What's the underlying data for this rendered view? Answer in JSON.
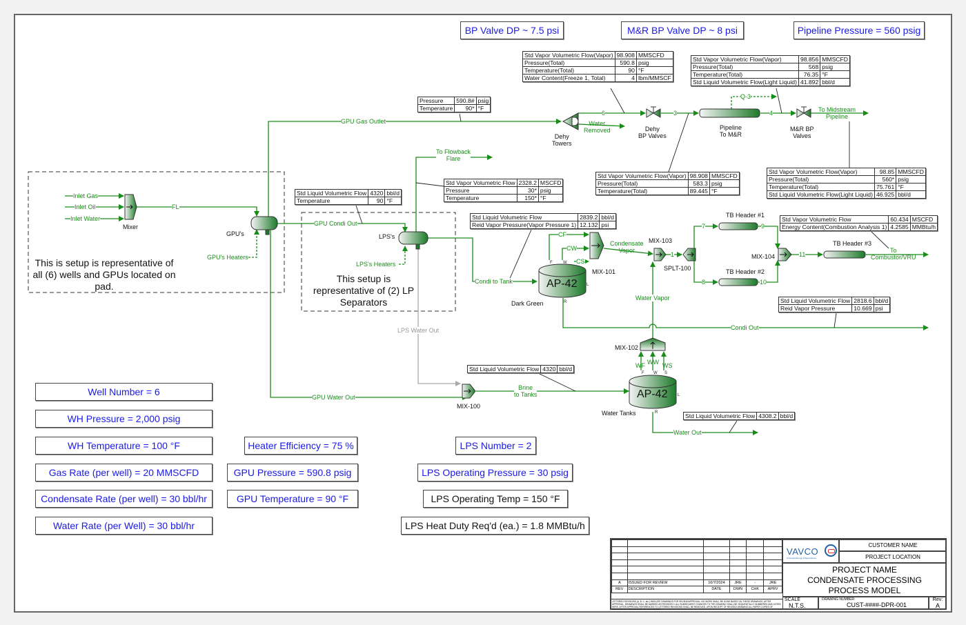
{
  "header_boxes": {
    "bp_valve_dp": "BP Valve DP ~ 7.5 psi",
    "mr_bp_valve_dp": "M&R BP Valve DP ~  8 psi",
    "pipeline_pressure": "Pipeline Pressure = 560 psig"
  },
  "stream_tables": {
    "dehy_out": [
      [
        "Std Vapor Volumetric Flow(Vapor)",
        "98.908",
        "MMSCFD"
      ],
      [
        "Pressure(Total)",
        "590.8",
        "psig"
      ],
      [
        "Temperature(Total)",
        "90",
        "°F"
      ],
      [
        "Water Content(Freeze 1, Total)",
        "4",
        "lbm/MMSCF"
      ]
    ],
    "pipeline_out": [
      [
        "Std Vapor Volumetric Flow(Vapor)",
        "98.856",
        "MMSCFD"
      ],
      [
        "Pressure(Total)",
        "568",
        "psig"
      ],
      [
        "Temperature(Total)",
        "76.35",
        "°F"
      ],
      [
        "Std Liquid Volumetric Flow(Light Liquid)",
        "41.892",
        "bbl/d"
      ]
    ],
    "gpu_gas": [
      [
        "Pressure",
        "590.8#",
        "psig"
      ],
      [
        "Temperature",
        "90*",
        "°F"
      ]
    ],
    "stream3": [
      [
        "Std Vapor Volumetric Flow(Vapor)",
        "98.908",
        "MMSCFD"
      ],
      [
        "Pressure(Total)",
        "583.3",
        "psig"
      ],
      [
        "Temperature(Total)",
        "89.445",
        "°F"
      ]
    ],
    "midstream": [
      [
        "Std Vapor Volumetric Flow(Vapor)",
        "98.85",
        "MMSCFD"
      ],
      [
        "Pressure(Total)",
        "560*",
        "psig"
      ],
      [
        "Temperature(Total)",
        "75.761",
        "°F"
      ],
      [
        "Std Liquid Volumetric Flow(Light Liquid)",
        "46.925",
        "bbl/d"
      ]
    ],
    "flare": [
      [
        "Std Vapor Volumetric Flow",
        "2328.2",
        "MSCFD"
      ],
      [
        "Pressure",
        "30*",
        "psig"
      ],
      [
        "Temperature",
        "150*",
        "°F"
      ]
    ],
    "gpu_condi": [
      [
        "Std Liquid Volumetric Flow",
        "4320",
        "bbl/d"
      ],
      [
        "Temperature",
        "90",
        "°F"
      ]
    ],
    "condi_tank": [
      [
        "Std Liquid Volumetric Flow",
        "2839.2",
        "bbl/d"
      ],
      [
        "Reid Vapor Pressure(Vapor Pressure 1)",
        "12.132",
        "psi"
      ]
    ],
    "combustor": [
      [
        "Std Vapor Volumetric Flow",
        "60.434",
        "MSCFD"
      ],
      [
        "Energy Content(Combustion Analysis 1)",
        "4.2585",
        "MMBtu/h"
      ]
    ],
    "condi_out": [
      [
        "Std Liquid Volumetric Flow",
        "2818.6",
        "bbl/d"
      ],
      [
        "Reid Vapor Pressure",
        "10.669",
        "psi"
      ]
    ],
    "brine": [
      [
        "Std Liquid Volumetric Flow",
        "4320",
        "bbl/d"
      ]
    ],
    "water_out": [
      [
        "Std Liquid Volumetric Flow",
        "4308.2",
        "bbl/d"
      ]
    ]
  },
  "units": {
    "mixer": "Mixer",
    "gpus": "GPU's",
    "lpss": "LPS's",
    "dehy_towers": "Dehy\nTowers",
    "dehy_bp_valves": "Dehy\nBP Valves",
    "pipeline_mr": "Pipeline\nTo M&R",
    "mr_bp_valves": "M&R BP\nValves",
    "tank_label": "AP-42",
    "dark_green": "Dark Green",
    "water_tanks": "Water Tanks",
    "mix100": "MIX-100",
    "mix101": "MIX-101",
    "mix102": "MIX-102",
    "mix103": "MIX-103",
    "mix104": "MIX-104",
    "splt100": "SPLT-100",
    "tb1": "TB Header #1",
    "tb2": "TB Header #2",
    "tb3": "TB Header #3"
  },
  "streams": {
    "inlet_gas": "Inlet Gas",
    "inlet_oil": "Inlet Oil",
    "inlet_water": "Inlet Water",
    "fl": "FL",
    "gpu_heaters": "GPU's Heaters",
    "gpu_gas_outlet": "GPU Gas Outlet",
    "gpu_condi_out": "GPU Condi Out",
    "gpu_water_out": "GPU Water Out",
    "lps_heaters": "LPS's Heaters",
    "lps_water_out": "LPS Water Out",
    "to_flowback_flare": "To Flowback\nFlare",
    "s6": "6",
    "s3": "3",
    "s4": "4",
    "q3": "Q-3",
    "water_removed": "Water\nRemoved",
    "to_midstream": "To Midstream\nPipeline",
    "condi_to_tank": "Condi to Tank",
    "cf": "CF",
    "cw": "CW",
    "cs": "CS",
    "condensate_vapor": "Condensate\nVapor",
    "s1": "1",
    "s7": "7",
    "s8": "8",
    "s9": "9",
    "s10": "10",
    "s11": "11",
    "to_combustor": "To\nCombustor/VRU",
    "water_vapor": "Water Vapor",
    "condi_out": "Condi Out",
    "wf": "WF",
    "ww": "WW",
    "ws": "WS",
    "brine_to_tanks": "Brine\nto Tanks",
    "water_out": "Water Out"
  },
  "notes": {
    "gpu_group": "This is setup is representative of all (6) wells and GPUs located on pad.",
    "lps_group": "This setup is representative of (2) LP Separators"
  },
  "parameters": {
    "well_number": "Well Number = 6",
    "wh_pressure": "WH Pressure = 2,000 psig",
    "wh_temperature": "WH Temperature = 100 °F",
    "gas_rate": "Gas Rate (per well) = 20 MMSCFD",
    "condensate_rate": "Condensate Rate (per well) = 30 bbl/hr",
    "water_rate": "Water Rate (per Well) = 30 bbl/hr",
    "heater_efficiency": "Heater Efficiency = 75 %",
    "gpu_pressure": "GPU Pressure = 590.8 psig",
    "gpu_temperature": "GPU Temperature = 90 °F",
    "lps_number": "LPS Number = 2",
    "lps_operating_pressure": "LPS Operating Pressure = 30 psig",
    "lps_operating_temp": "LPS Operating Temp = 150 °F",
    "lps_heat_duty": "LPS Heat Duty Req'd (ea.) = 1.8 MMBtu/h"
  },
  "title_block": {
    "revisions": [
      {
        "rev": "A",
        "description": "ISSUED FOR REVIEW",
        "date": "10/7/2024",
        "dwn": "JRE",
        "chk": "-",
        "aprv": "JRE"
      }
    ],
    "headers": {
      "rev": "REV",
      "description": "DESCRIPTION",
      "date": "DATE",
      "dwn": "DWN",
      "chk": "CHK",
      "aprv": "APRV"
    },
    "disclaimer": "LETTERED REVISIONS (A, B, C, etc.) INDICATE DRAWINGS FOR REVIEW/APPROVAL. NO WORK SHALL BE DONE BASED ON THESE DRAWINGS. AFTER APPROVAL, DRAWINGS SHALL BE MARKED AS REVISION 0. ALL SUBSEQUENT CHANGES TO THE DRAWING SHALL BE SEQUENTIALLY NUMBERED AND LISTED HERE. AFTER APPROVAL REFERENCES TO LETTERED REVISIONS SHALL BE REMOVED. UPON RECEIPT OF REVISED DRAWING ALL PAPER COPIES OF PREVIOUS REVISIONS MUST BE DESTROYED.",
    "logo_text": "VAVCO",
    "logo_tagline": "American Energy Independence",
    "customer_name": "CUSTOMER NAME",
    "project_location": "PROJECT LOCATION",
    "project_name": "PROJECT NAME",
    "drawing_title_1": "CONDENSATE PROCESSING",
    "drawing_title_2": "PROCESS MODEL",
    "scale_label": "SCALE",
    "scale_value": "N.T.S.",
    "drawing_number_label": "DRAWING NUMBER:",
    "drawing_number": "CUST-####-DPR-001",
    "rev_label": "Rev:",
    "rev_value": "A"
  },
  "colors": {
    "stream_green": "#1a8c1a",
    "param_blue": "#1a1ae6",
    "table_divider_blue": "#3a3aff",
    "water_out_gray": "#aaaaaa"
  }
}
